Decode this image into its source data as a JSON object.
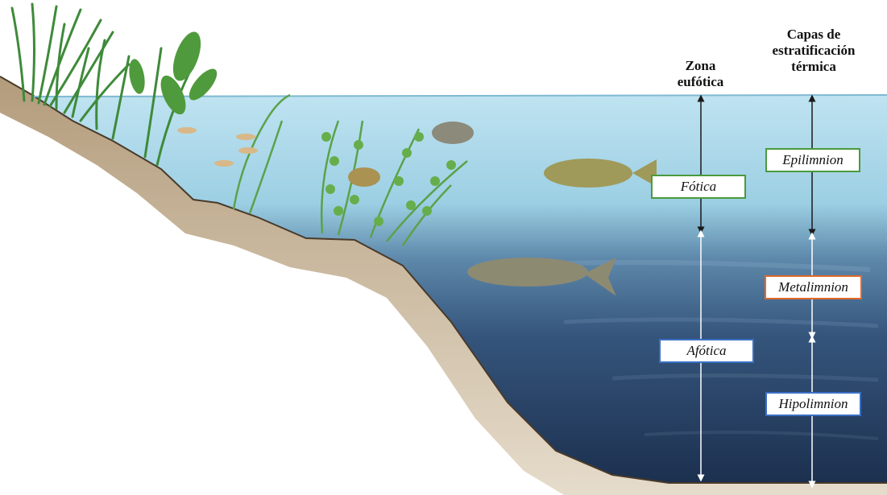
{
  "headings": {
    "euphotic_zone": "Zona\neufótica",
    "thermal_layers": "Capas de\nestratificación\ntérmica"
  },
  "labels": {
    "fotica": {
      "text": "Fótica",
      "border_color": "#4a9a3c"
    },
    "afotica": {
      "text": "Afótica",
      "border_color": "#3a6fc4"
    },
    "epilimnion": {
      "text": "Epilimnion",
      "border_color": "#4a9a3c"
    },
    "metalimnion": {
      "text": "Metalimnion",
      "border_color": "#e2692b"
    },
    "hipolimnion": {
      "text": "Hipolimnion",
      "border_color": "#3a6fc4"
    }
  },
  "colors": {
    "water_surface": "#b9dfee",
    "water_deep": "#1f3556",
    "sediment": "#a08a6a",
    "vegetation": "#3f8a3a",
    "arrow_dark": "#1a1a1a",
    "arrow_light": "#ffffff"
  }
}
